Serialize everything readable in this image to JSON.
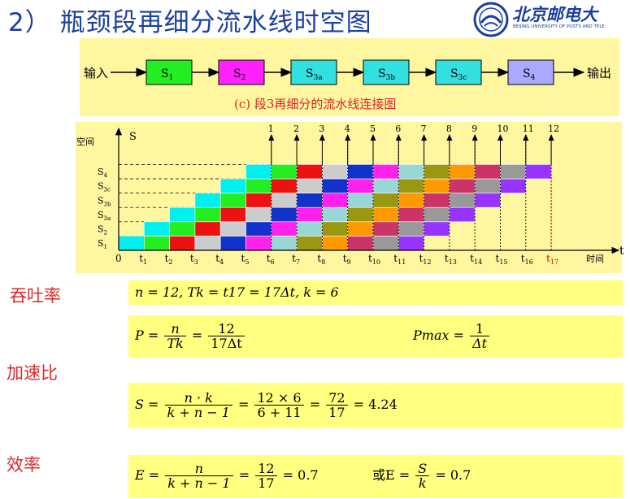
{
  "title": "2） 瓶颈段再细分流水线时空图",
  "logo": {
    "brand": "北京邮电大",
    "english": "BEIJING UNIVERSITY OF POSTS AND TELE"
  },
  "pipeline": {
    "input_label": "输入",
    "output_label": "输出",
    "caption": "(c) 段3再细分的流水线连接图",
    "stages": [
      {
        "name": "S",
        "sub": "1",
        "color": "#22ee22"
      },
      {
        "name": "S",
        "sub": "2",
        "color": "#ff22ff"
      },
      {
        "name": "S",
        "sub": "3a",
        "color": "#33e0e0"
      },
      {
        "name": "S",
        "sub": "3b",
        "color": "#33e0e0"
      },
      {
        "name": "S",
        "sub": "3c",
        "color": "#33e0e0"
      },
      {
        "name": "S",
        "sub": "4",
        "color": "#a9a9ff"
      }
    ]
  },
  "chart_data": {
    "type": "table",
    "space_label": "空间",
    "s_label": "S",
    "time_label": "时间",
    "t_label": "t",
    "rows": [
      "S1",
      "S2",
      "S3a",
      "S3b",
      "S3c",
      "S4"
    ],
    "time_ticks": [
      "0",
      "t1",
      "t2",
      "t3",
      "t4",
      "t5",
      "t6",
      "t7",
      "t8",
      "t9",
      "t10",
      "t11",
      "t12",
      "t13",
      "t14",
      "t15",
      "t16",
      "t17"
    ],
    "output_numbers": [
      "1",
      "2",
      "3",
      "4",
      "5",
      "6",
      "7",
      "8",
      "9",
      "10",
      "11",
      "12"
    ],
    "task_count": 12,
    "task_colors": [
      "#00f0f0",
      "#22ee22",
      "#ee1111",
      "#cccccc",
      "#1133cc",
      "#ff22ee",
      "#99d6d6",
      "#999911",
      "#ff9900",
      "#cc3366",
      "#999999",
      "#9933ff"
    ],
    "highlight_tick": "t17",
    "highlight_color": "#dd0000"
  },
  "sections": {
    "throughput": "吞吐率",
    "speedup": "加速比",
    "efficiency": "效率"
  },
  "formulas": {
    "f1": "n = 12, Tk = t17 = 17Δt, k = 6",
    "P_lhs": "P =",
    "P_num1": "n",
    "P_den1": "Tk",
    "eq": "=",
    "P_num2": "12",
    "P_den2": "17Δt",
    "Pmax_lhs": "Pmax =",
    "Pmax_num": "1",
    "Pmax_den": "Δt",
    "S_lhs": "S =",
    "S_num1": "n · k",
    "S_den1": "k + n − 1",
    "S_num2": "12 × 6",
    "S_den2": "6 + 11",
    "S_num3": "72",
    "S_den3": "17",
    "S_result": "= 4.24",
    "E_lhs": "E =",
    "E_num1": "n",
    "E_den1": "k + n − 1",
    "E_num2": "12",
    "E_den2": "17",
    "E_result": "= 0.7",
    "E_alt_lhs": "或E =",
    "E_alt_num": "S",
    "E_alt_den": "k",
    "E_alt_result": "= 0.7"
  }
}
